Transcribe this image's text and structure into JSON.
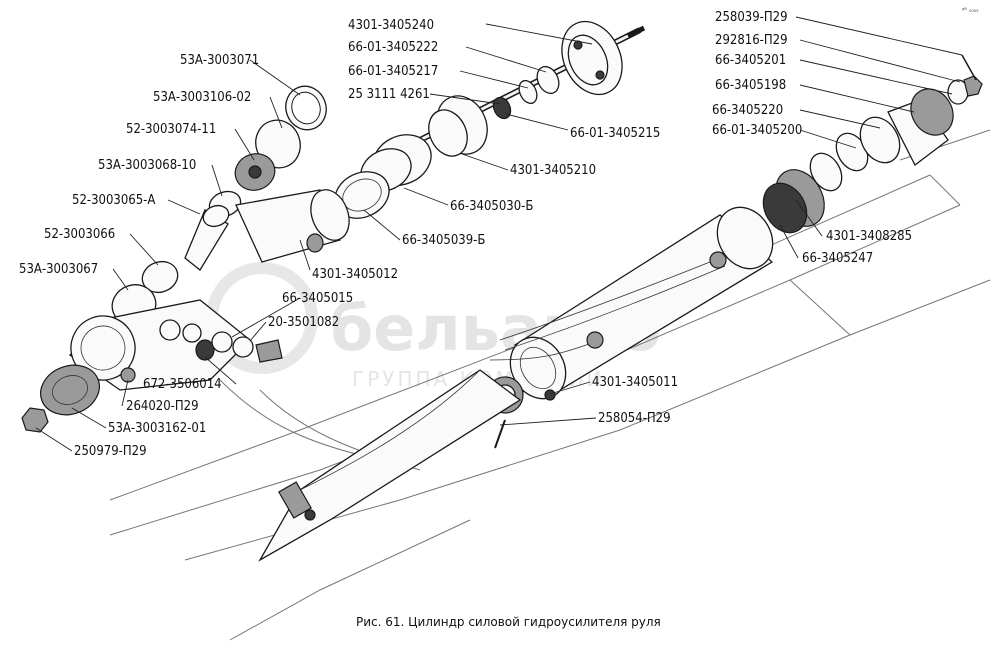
{
  "caption": "Рис. 61. Цилиндр силовой гидроусилителя руля",
  "corner_mark": "ᵍᴿ ₀₀₀₅",
  "watermark": {
    "main": "бельагро",
    "sub": "ГРУППА КОМПАНИЙ"
  },
  "labels": {
    "p4301_3405240": "4301-3405240",
    "p66_01_3405222": "66-01-3405222",
    "p66_01_3405217": "66-01-3405217",
    "p253111_4261": "25 3111 4261",
    "p66_01_3405215": "66-01-3405215",
    "p4301_3405210": "4301-3405210",
    "p66_3405030_b": "66-3405030-Б",
    "p66_3405039_b": "66-3405039-Б",
    "p4301_3405012": "4301-3405012",
    "p66_3405015": "66-3405015",
    "p20_3501082": "20-3501082",
    "p53a_3003071": "53А-3003071",
    "p53a_3003106_02": "53А-3003106-02",
    "p52_3003074_11": "52-3003074-11",
    "p53a_3003068_10": "53А-3003068-10",
    "p52_3003065_a": "52-3003065-А",
    "p52_3003066": "52-3003066",
    "p53a_3003067": "53А-3003067",
    "p672_3506014": "672-3506014",
    "p264020_p29": "264020-П29",
    "p53a_3003162_01": "53А-3003162-01",
    "p250979_p29": "250979-П29",
    "p258039_p29": "258039-П29",
    "p292816_p29": "292816-П29",
    "p66_3405201": "66-3405201",
    "p66_3405198": "66-3405198",
    "p66_3405220": "66-3405220",
    "p66_01_3405200": "66-01-3405200",
    "p4301_3408285": "4301-3408285",
    "p66_3405247": "66-3405247",
    "p4301_3405011": "4301-3405011",
    "p258054_p29": "258054-П29"
  }
}
